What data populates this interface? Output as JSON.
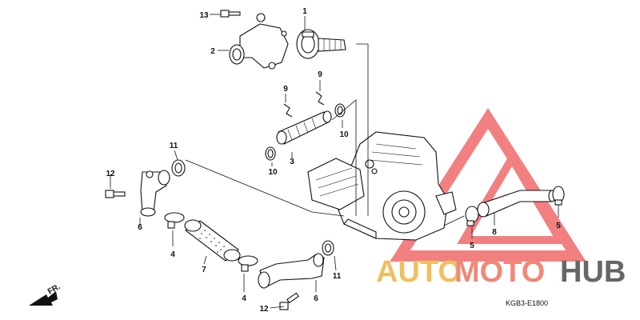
{
  "diagram": {
    "callouts": {
      "c1": "1",
      "c2": "2",
      "c3": "3",
      "c4a": "4",
      "c4b": "4",
      "c5a": "5",
      "c5b": "5",
      "c6a": "6",
      "c6b": "6",
      "c7": "7",
      "c8": "8",
      "c9a": "9",
      "c9b": "9",
      "c10a": "10",
      "c10b": "10",
      "c11a": "11",
      "c11b": "11",
      "c12a": "12",
      "c12b": "12",
      "c13": "13"
    },
    "direction_label": "FR.",
    "diagram_code": "KGB3-E1800"
  },
  "watermark": {
    "text_part1": "AUTO",
    "text_part2": "MOTO",
    "text_part3": "HUB",
    "color_auto": "#f0c060",
    "color_moto": "#f08878",
    "color_hub": "#666666",
    "triangle_color": "#f06a6a"
  }
}
